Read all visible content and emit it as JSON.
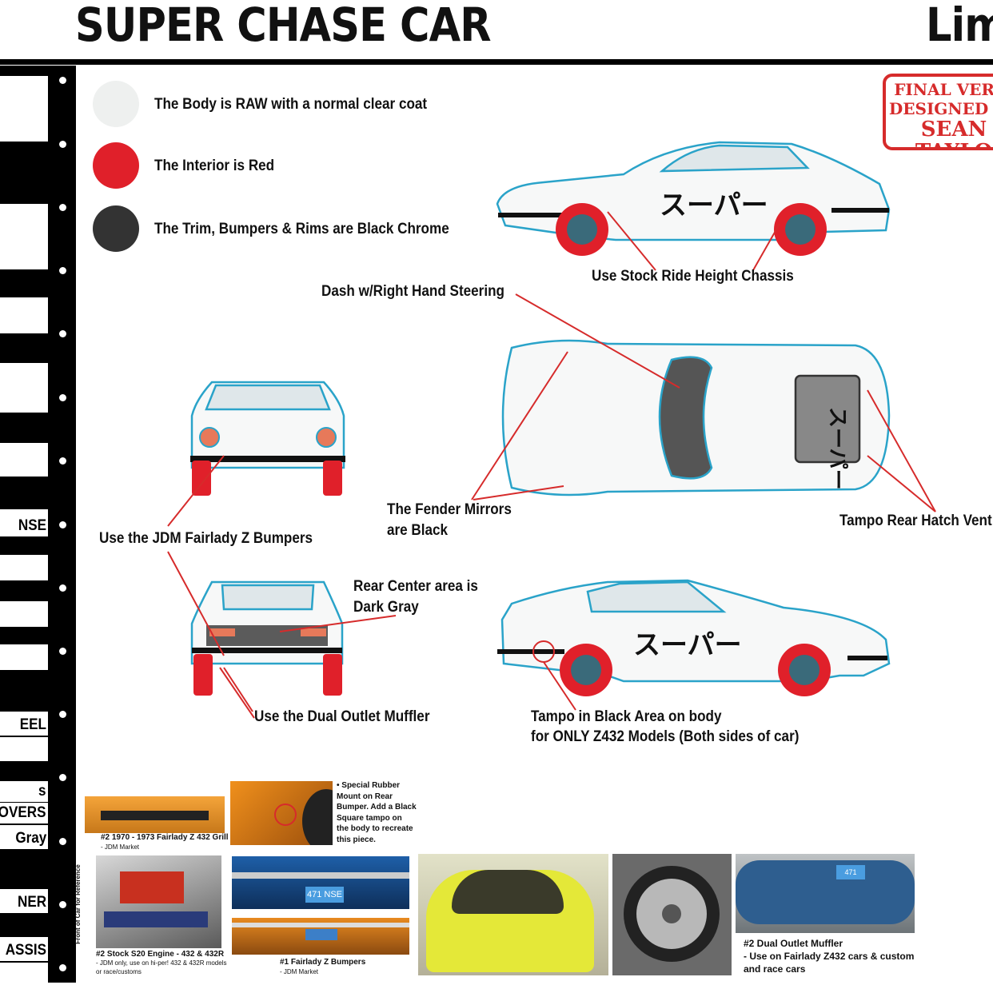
{
  "header": {
    "title": "SUPER CHASE CAR",
    "title_right": "Lim"
  },
  "stamp": {
    "line1": "FINAL VERSI",
    "line2": "DESIGNED BY",
    "line3": "SEAN TAYLO"
  },
  "sidebar": {
    "labels": [
      "NSE",
      "EEL",
      "s",
      "OVERS",
      "Gray",
      "NER",
      "ASSIS"
    ]
  },
  "legend": [
    {
      "text": "The Body is RAW with a normal clear coat",
      "color": "#eef0ef"
    },
    {
      "text": "The Interior is Red",
      "color": "#e0202a"
    },
    {
      "text": "The Trim, Bumpers & Rims are Black Chrome",
      "color": "#333333"
    }
  ],
  "callouts": {
    "chassis": "Use Stock Ride Height Chassis",
    "dash": "Dash w/Right Hand Steering",
    "mirrors_1": "The Fender Mirrors",
    "mirrors_2": "are Black",
    "hatch": "Tampo Rear Hatch Vent",
    "bumpers": "Use the JDM Fairlady Z Bumpers",
    "rear_1": "Rear Center area is",
    "rear_2": "Dark Gray",
    "muffler": "Use the Dual Outlet Muffler",
    "tampo_1": "Tampo in Black Area on body",
    "tampo_2": "for ONLY Z432 Models (Both sides of car)"
  },
  "car": {
    "katakana": "スーパー",
    "plate": "471 NSE"
  },
  "refs": {
    "grill": "#2 1970 - 1973 Fairlady Z 432 Grill",
    "grill_sub": "- JDM Market",
    "rubber": [
      "• Special Rubber",
      "Mount on Rear",
      "Bumper. Add a Black",
      "Square tampo on",
      "the body to recreate",
      "this piece."
    ],
    "engine": "#2 Stock S20 Engine - 432 & 432R",
    "engine_sub": [
      "- JDM only, use on hi-per! 432 & 432R models",
      "or race/customs"
    ],
    "engine_side": "Front of Car for Reference",
    "bumpers": "#1 Fairlady Z Bumpers",
    "bumpers_sub": "- JDM Market",
    "muffler": "#2 Dual Outlet Muffler",
    "muffler_sub": [
      "- Use on Fairlady Z432 cars & custom",
      "and race cars"
    ]
  },
  "colors": {
    "accent_red": "#d62b2b",
    "car_outline": "#2aa3c9",
    "tire_red": "#e0202a"
  }
}
